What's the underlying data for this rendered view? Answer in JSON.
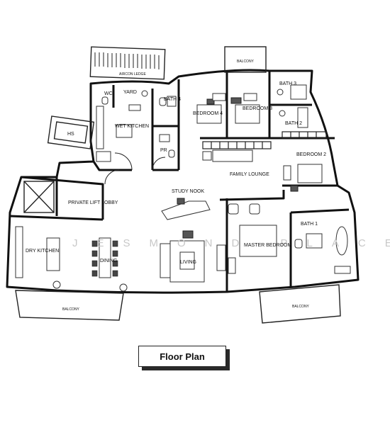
{
  "rooms": {
    "aircon_ledge": "AIRCON LEDGE",
    "balcony_top": "BALCONY",
    "wc": "WC",
    "yard": "YARD",
    "bath4": "BATH 4",
    "bedroom4": "BEDROOM 4",
    "bedroom3": "BEDROOM 3",
    "bath3": "BATH 3",
    "bath2": "BATH 2",
    "hs": "HS",
    "wet_kitchen": "WET KITCHEN",
    "pr": "PR",
    "bedroom2": "BEDROOM 2",
    "family_lounge": "FAMILY LOUNGE",
    "study_nook": "STUDY NOOK",
    "private_lift_lobby": "PRIVATE LIFT LOBBY",
    "bath1": "BATH 1",
    "dry_kitchen": "DRY KITCHEN",
    "dining": "DINING",
    "living": "LIVING",
    "master_bedroom": "MASTER BEDROOM",
    "balcony_left": "BALCONY",
    "balcony_right": "BALCONY"
  },
  "watermark": "JESMOND PLACE",
  "caption": "Floor Plan"
}
